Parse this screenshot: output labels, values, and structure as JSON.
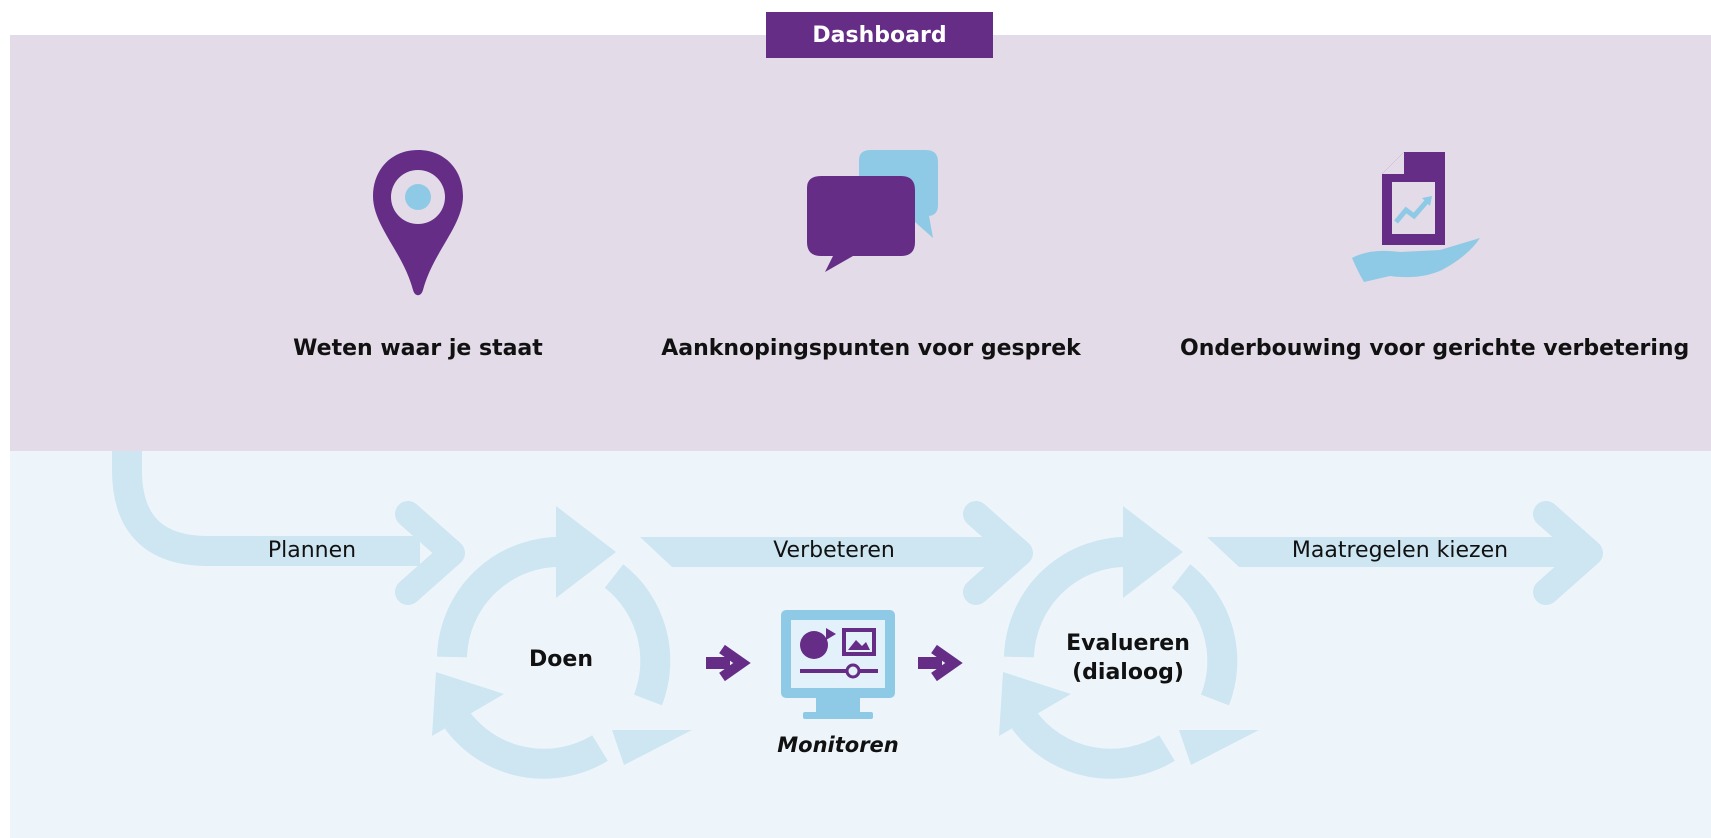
{
  "header": {
    "tab_label": "Dashboard"
  },
  "benefits": [
    {
      "label": "Weten waar je staat",
      "icon": "location-pin-icon"
    },
    {
      "label": "Aanknopingspunten voor gesprek",
      "icon": "speech-bubbles-icon"
    },
    {
      "label": "Onderbouwing voor gerichte verbetering",
      "icon": "report-in-hand-icon"
    }
  ],
  "flow": {
    "steps": [
      "Plannen",
      "Verbeteren",
      "Maatregelen kiezen"
    ],
    "cycle_do": "Doen",
    "cycle_evaluate_line1": "Evalueren",
    "cycle_evaluate_line2": "(dialoog)",
    "monitor": "Monitoren"
  },
  "colors": {
    "purple": "#652d86",
    "light_blue": "#8ecae6",
    "pale_arrow": "#cde6f2",
    "top_band": "#e3dbe7",
    "bottom_band": "#edf5fb"
  }
}
